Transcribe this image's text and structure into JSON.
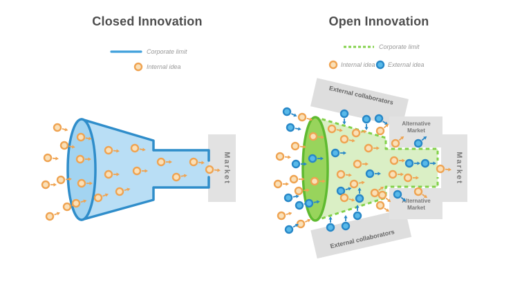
{
  "left": {
    "title": "Closed Innovation",
    "legend": [
      {
        "swatch": "solid-blue-line",
        "label": "Corporate limit"
      },
      {
        "swatch": "orange-dot",
        "label": "Internal idea"
      }
    ],
    "market_label": "Market",
    "dots": [
      [
        83,
        185,
        "o",
        15
      ],
      [
        93,
        211,
        "o",
        10
      ],
      [
        69,
        229,
        "o",
        5
      ],
      [
        88,
        261,
        "o",
        -5
      ],
      [
        66,
        268,
        "o",
        0
      ],
      [
        97,
        300,
        "o",
        -15
      ],
      [
        72,
        314,
        "o",
        -20
      ],
      [
        117,
        199,
        "o",
        10
      ],
      [
        116,
        231,
        "o",
        0
      ],
      [
        118,
        266,
        "o",
        0
      ],
      [
        110,
        295,
        "o",
        -15
      ],
      [
        157,
        218,
        "o",
        5
      ],
      [
        195,
        215,
        "o",
        10
      ],
      [
        157,
        253,
        "o",
        0
      ],
      [
        198,
        248,
        "o",
        0
      ],
      [
        142,
        287,
        "o",
        -20
      ],
      [
        173,
        278,
        "o",
        -15
      ],
      [
        233,
        235,
        "o",
        0
      ],
      [
        280,
        235,
        "o",
        5
      ],
      [
        255,
        257,
        "o",
        -10
      ],
      [
        303,
        246,
        "o",
        5
      ]
    ]
  },
  "right": {
    "title": "Open Innovation",
    "legend": [
      {
        "swatch": "dashed-green-line",
        "label": "Corporate limit"
      },
      {
        "swatch": "orange-dot",
        "label": "Internal idea"
      },
      {
        "swatch": "blue-dot",
        "label": "External idea"
      }
    ],
    "market_label": "Market",
    "alt_market": {
      "line1": "Alternative",
      "line2": "Market"
    },
    "external_top_label": "External collaborators",
    "external_bottom_label": "External collaborators",
    "dots": [
      [
        415,
        162,
        "b",
        25
      ],
      [
        437,
        170,
        "o",
        15
      ],
      [
        420,
        185,
        "b",
        10
      ],
      [
        427,
        212,
        "o",
        5
      ],
      [
        405,
        227,
        "o",
        5
      ],
      [
        428,
        238,
        "b",
        0
      ],
      [
        425,
        260,
        "o",
        0
      ],
      [
        402,
        267,
        "o",
        0
      ],
      [
        432,
        277,
        "o",
        -5
      ],
      [
        417,
        287,
        "b",
        -10
      ],
      [
        433,
        298,
        "b",
        -15
      ],
      [
        407,
        313,
        "o",
        -15
      ],
      [
        435,
        325,
        "o",
        -25
      ],
      [
        418,
        333,
        "b",
        -30
      ],
      [
        453,
        198,
        "o",
        5
      ],
      [
        452,
        230,
        "b",
        0
      ],
      [
        455,
        263,
        "o",
        0
      ],
      [
        447,
        295,
        "b",
        -10
      ],
      [
        498,
        165,
        "b",
        90
      ],
      [
        530,
        173,
        "b",
        90
      ],
      [
        548,
        172,
        "b",
        35
      ],
      [
        480,
        187,
        "o",
        10
      ],
      [
        498,
        202,
        "o",
        10
      ],
      [
        515,
        193,
        "o",
        -10
      ],
      [
        550,
        190,
        "o",
        -40
      ],
      [
        485,
        222,
        "b",
        0
      ],
      [
        533,
        215,
        "o",
        0
      ],
      [
        517,
        238,
        "o",
        0
      ],
      [
        535,
        252,
        "b",
        0
      ],
      [
        493,
        253,
        "o",
        5
      ],
      [
        512,
        267,
        "o",
        -10
      ],
      [
        493,
        277,
        "b",
        -15
      ],
      [
        498,
        287,
        "o",
        15
      ],
      [
        520,
        288,
        "b",
        -90
      ],
      [
        553,
        283,
        "o",
        40
      ],
      [
        517,
        313,
        "b",
        -90
      ],
      [
        500,
        328,
        "b",
        -90
      ],
      [
        478,
        330,
        "b",
        -90
      ],
      [
        572,
        208,
        "o",
        -40
      ],
      [
        605,
        208,
        "b",
        -40
      ],
      [
        570,
        233,
        "o",
        0
      ],
      [
        592,
        237,
        "b",
        0
      ],
      [
        615,
        237,
        "b",
        0
      ],
      [
        568,
        253,
        "o",
        0
      ],
      [
        590,
        258,
        "o",
        0
      ],
      [
        542,
        280,
        "o",
        -35
      ],
      [
        575,
        282,
        "b",
        40
      ],
      [
        605,
        278,
        "o",
        35
      ],
      [
        550,
        298,
        "o",
        35
      ],
      [
        637,
        245,
        "o",
        5
      ]
    ]
  },
  "colors": {
    "internal_idea_ring": "#efa351",
    "internal_idea_fill": "#fae0b8",
    "external_idea_ring": "#2787c7",
    "external_idea_fill": "#58b9e9",
    "closed_corporate_limit": "#3e9fdb",
    "open_corporate_limit": "#82d149",
    "closed_funnel_fill": "#b9def5",
    "closed_funnel_stroke": "#2f8dca",
    "open_funnel_fill": "#daefc5",
    "open_funnel_ellipse": "#98d45c",
    "market_box": "#e2e2e2",
    "title_text": "#4d4d4d"
  }
}
